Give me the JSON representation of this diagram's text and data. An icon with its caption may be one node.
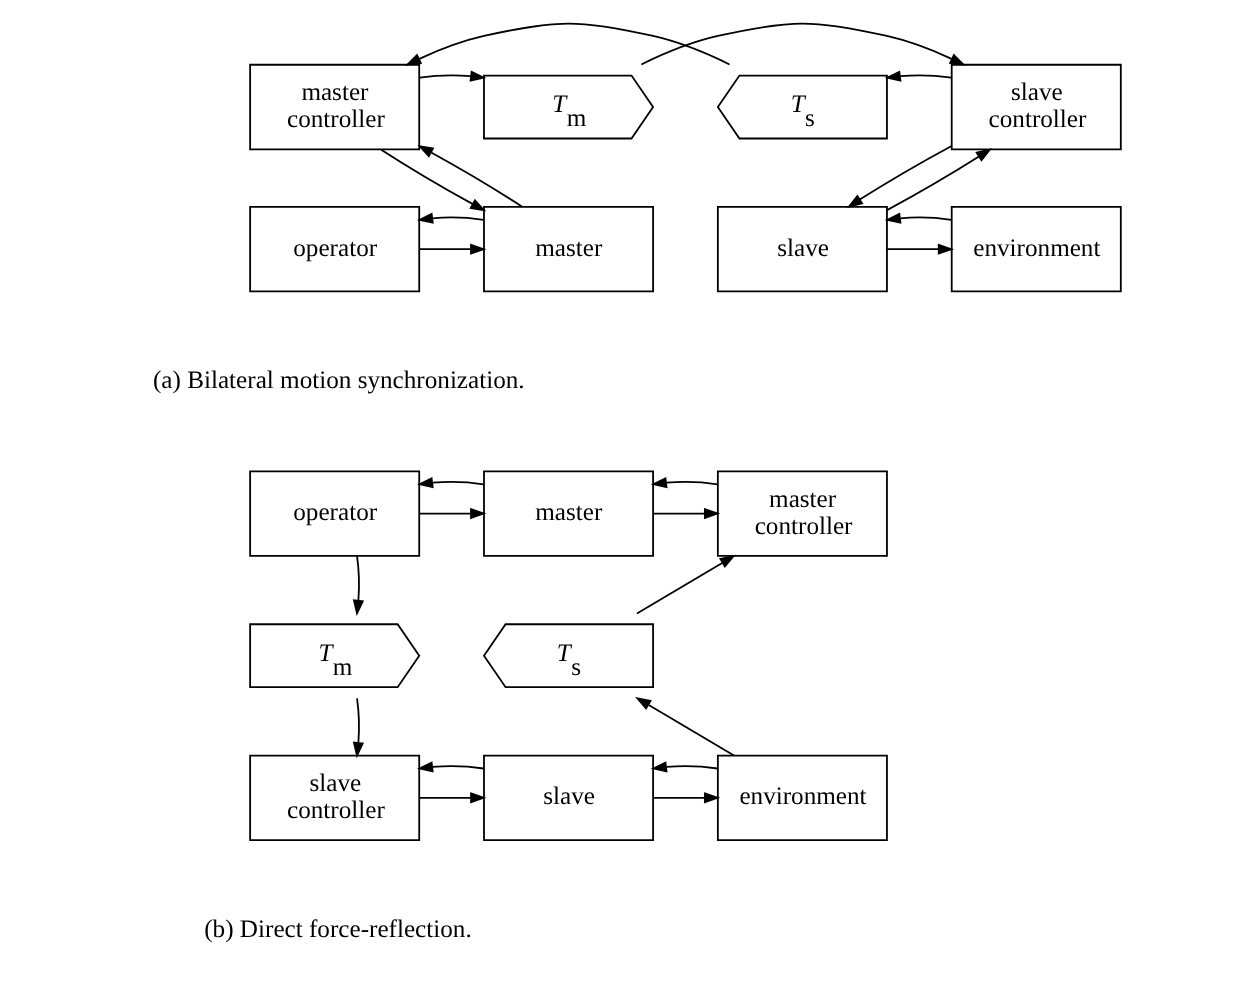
{
  "diagram": {
    "nodes": [
      {
        "text": [
          "master controller"
        ]
      },
      {
        "text": [
          "T$_{m}$"
        ]
      },
      {
        "text": [
          "slave controller"
        ]
      },
      {
        "text": [
          "T$_{s}$"
        ]
      },
      {
        "text": [
          "operator"
        ]
      },
      {
        "text": [
          "master"
        ]
      },
      {
        "text": [
          "slave"
        ]
      },
      {
        "text": [
          "environment"
        ]
      },
      {
        "text": [
          "operator"
        ]
      },
      {
        "text": [
          "master"
        ]
      },
      {
        "text": [
          "master controller"
        ]
      },
      {
        "text": [
          "T$_{m}$"
        ]
      },
      {
        "text": [
          "T$_{s}$"
        ]
      },
      {
        "text": [
          "slave controller"
        ]
      },
      {
        "text": [
          "slave"
        ]
      },
      {
        "text": [
          "environment"
        ]
      }
    ],
    "edges": [
      {
        "from": 0,
        "to": 1,
        "arrow": "to"
      },
      {
        "from": 1,
        "to": 2,
        "arrow": "to"
      },
      {
        "from": 2,
        "to": 3,
        "arrow": "to"
      },
      {
        "from": 3,
        "to": 0,
        "arrow": "to"
      },
      {
        "from": 5,
        "to": 0,
        "arrow": "to"
      },
      {
        "from": 0,
        "to": 5,
        "arrow": "to"
      },
      {
        "from": 2,
        "to": 6,
        "arrow": "to"
      },
      {
        "from": 6,
        "to": 2,
        "arrow": "to"
      },
      {
        "from": 4,
        "to": 5,
        "arrow": "to"
      },
      {
        "from": 5,
        "to": 4,
        "arrow": "to"
      },
      {
        "from": 6,
        "to": 7,
        "arrow": "to"
      },
      {
        "from": 7,
        "to": 6,
        "arrow": "to"
      },
      {
        "from": 8,
        "to": 9,
        "arrow": "to"
      },
      {
        "from": 9,
        "to": 8,
        "arrow": "to"
      },
      {
        "from": 9,
        "to": 10,
        "arrow": "to"
      },
      {
        "from": 10,
        "to": 9,
        "arrow": "to"
      },
      {
        "from": 8,
        "to": 11,
        "arrow": "to"
      },
      {
        "from": 11,
        "to": 13,
        "arrow": "to"
      },
      {
        "from": 15,
        "to": 12,
        "arrow": "to"
      },
      {
        "from": 12,
        "to": 10,
        "arrow": "to"
      },
      {
        "from": 13,
        "to": 14,
        "arrow": "to"
      },
      {
        "from": 14,
        "to": 13,
        "arrow": "to"
      },
      {
        "from": 14,
        "to": 15,
        "arrow": "to"
      },
      {
        "from": 15,
        "to": 14,
        "arrow": "to"
      }
    ],
    "labels": [
      "(a) Bilateral motion synchronization.",
      "(b) Direct force-reflection."
    ]
  }
}
